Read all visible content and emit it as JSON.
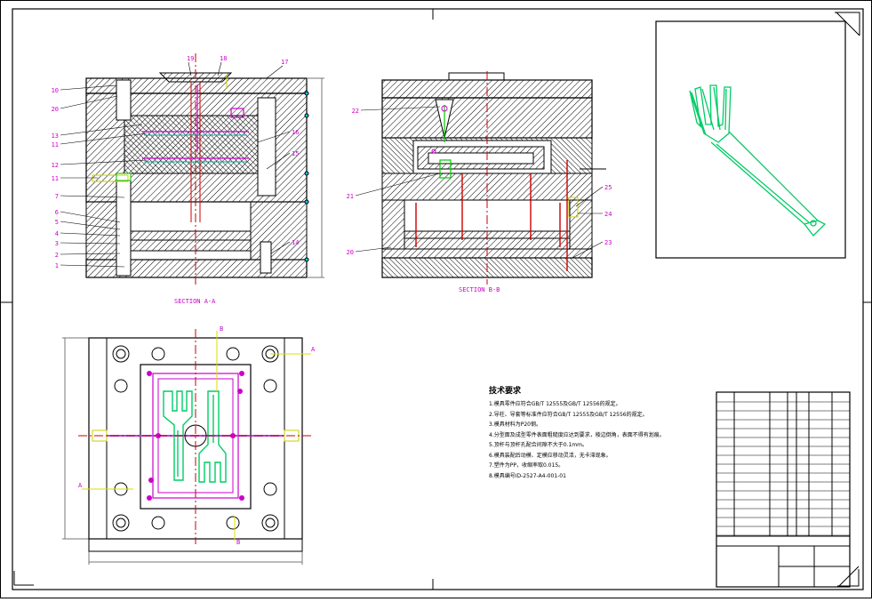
{
  "sheet": {
    "section_a_label": "SECTION A-A",
    "section_b_label": "SECTION B-B",
    "part_labels_left": [
      "10",
      "20",
      "13",
      "11",
      "12",
      "11",
      "7",
      "6",
      "5",
      "4",
      "3",
      "2",
      "1"
    ],
    "part_labels_top": [
      "19",
      "18",
      "17"
    ],
    "part_labels_right": [
      "16",
      "15",
      "14"
    ],
    "part_labels_b_left": [
      "22",
      "21",
      "20"
    ],
    "part_labels_b_right": [
      "25",
      "24",
      "23"
    ],
    "plan_marks": [
      "B",
      "A",
      "A",
      "B"
    ],
    "notes_title": "技术要求",
    "notes": [
      "1.模具零件应符合GB/T 12555及GB/T 12556的规定。",
      "2.导柱、导套等标准件应符合GB/T 12555及GB/T 12556的规定。",
      "3.模具材料为P20钢。",
      "4.分型面及成型零件表面粗糙度应达到要求，棱边倒角，表面不得有划痕。",
      "5.顶杆与顶杆孔配合间隙不大于0.1mm。",
      "6.模具装配后动模、定模应移动灵活，无卡滞现象。",
      "7.塑件为PP，收缩率取0.015。",
      "8.模具编号ID-2527-A4-001-01"
    ]
  }
}
